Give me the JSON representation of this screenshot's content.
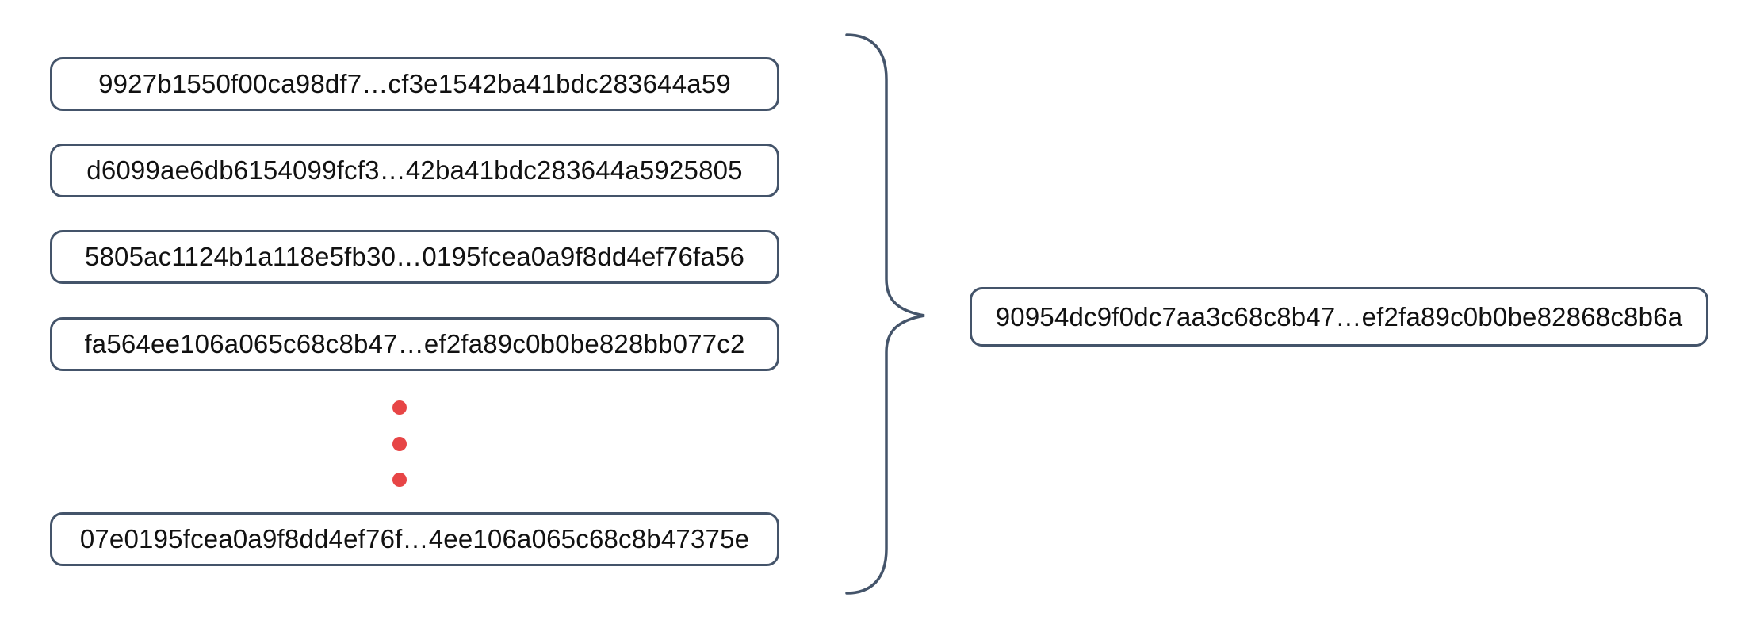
{
  "colors": {
    "border": "#44546A",
    "dot": "#E74546",
    "text": "#111111",
    "background": "#FFFFFF"
  },
  "left_column": {
    "hashes": [
      "9927b1550f00ca98df7…cf3e1542ba41bdc283644a59",
      "d6099ae6db6154099fcf3…42ba41bdc283644a5925805",
      "5805ac1124b1a118e5fb30…0195fcea0a9f8dd4ef76fa56",
      "fa564ee106a065c68c8b47…ef2fa89c0b0be828bb077c2",
      "07e0195fcea0a9f8dd4ef76f…4ee106a065c68c8b47375e"
    ],
    "ellipsis_dot_count": 3
  },
  "result": {
    "hash": "90954dc9f0dc7aa3c68c8b47…ef2fa89c0b0be82868c8b6a"
  }
}
